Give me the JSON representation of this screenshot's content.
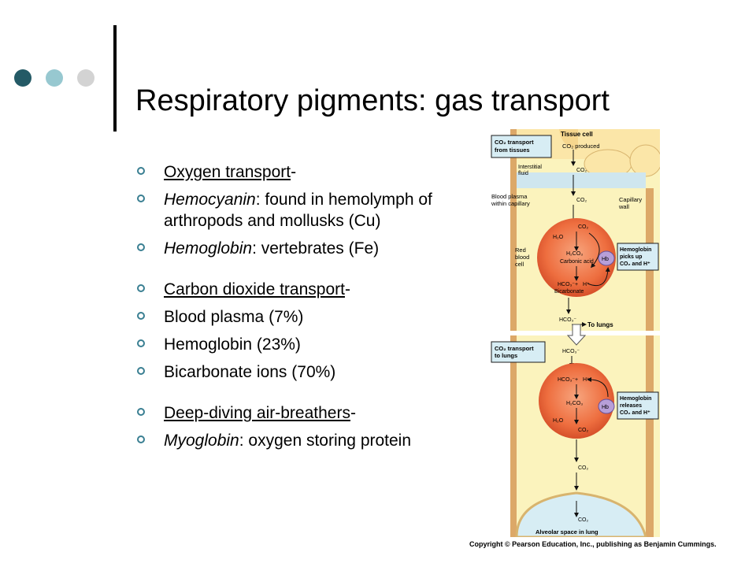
{
  "title": "Respiratory pigments: gas transport",
  "colors": {
    "dot1": "#245a66",
    "dot2": "#97c8d0",
    "dot3": "#d3d3d3",
    "accent": "#3a7f92"
  },
  "bullets": [
    {
      "underlined": "Oxygen transport",
      "suffix": "-"
    },
    {
      "italic": "Hemocyanin",
      "rest": ": found in hemolymph of arthropods and mollusks (Cu)"
    },
    {
      "italic": "Hemoglobin",
      "rest": ": vertebrates (Fe)"
    },
    {
      "underlined": "Carbon dioxide transport",
      "suffix": "-"
    },
    {
      "text": "Blood plasma (7%)"
    },
    {
      "text": "Hemoglobin (23%)"
    },
    {
      "text": "Bicarbonate ions (70%)"
    },
    {
      "underlined": "Deep-diving air-breathers",
      "suffix": "-"
    },
    {
      "italic": "Myoglobin",
      "rest": ": oxygen storing protein"
    }
  ],
  "figure": {
    "tissue_cell": "Tissue cell",
    "co2_transport_from": [
      "CO₂ transport",
      "from tissues"
    ],
    "co2_produced": "CO₂ produced",
    "interstitial": [
      "Interstitial",
      "fluid"
    ],
    "co2": "CO₂",
    "blood_plasma": [
      "Blood plasma",
      "within capillary"
    ],
    "capillary_wall": [
      "Capillary",
      "wall"
    ],
    "rbc": [
      "Red",
      "blood",
      "cell"
    ],
    "h2o": "H₂O",
    "h2co3": "H₂CO₃",
    "carbonic_acid": "Carbonic acid",
    "hb": "Hb",
    "hco3": "HCO₃⁻",
    "h_plus": "H⁺",
    "plus": "+",
    "bicarbonate": "Bicarbonate",
    "hb_picks_up": [
      "Hemoglobin",
      "picks up",
      "CO₂ and H⁺"
    ],
    "to_lungs": "To lungs",
    "co2_transport_to": [
      "CO₂ transport",
      "to lungs"
    ],
    "hb_releases": [
      "Hemoglobin",
      "releases",
      "CO₂ and H⁺"
    ],
    "alveolar": "Alveolar space in lung"
  },
  "copyright": "Copyright © Pearson Education, Inc., publishing as Benjamin Cummings."
}
